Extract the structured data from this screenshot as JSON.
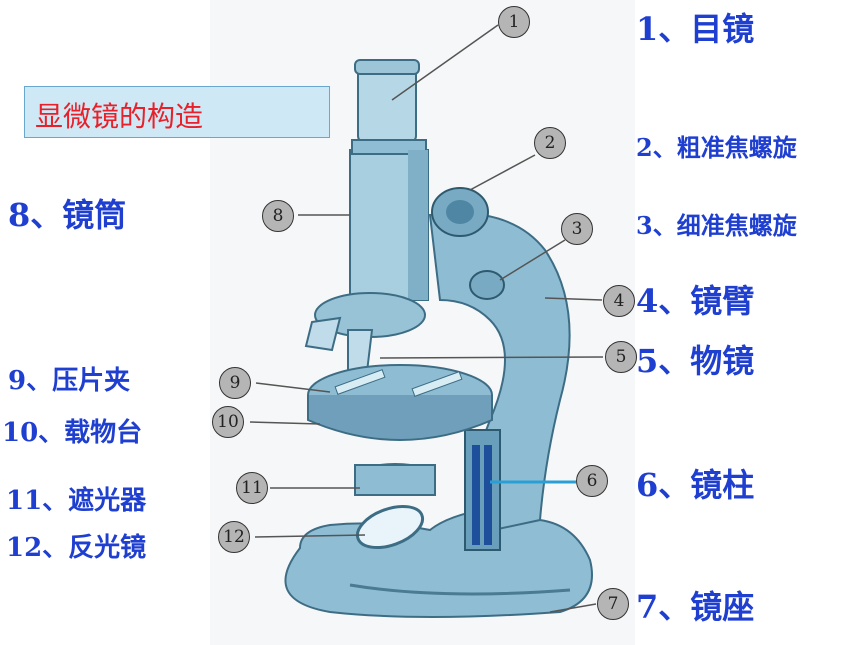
{
  "title": "显微镜的构造",
  "labels": {
    "l1": "1、目镜",
    "l2": "2、粗准焦螺旋",
    "l3": "3、细准焦螺旋",
    "l4": "4、镜臂",
    "l5": "5、物镜",
    "l6": "6、镜柱",
    "l7": "7、镜座",
    "l8": "8、镜筒",
    "l9": "9、压片夹",
    "l10": "10、载物台",
    "l11": "11、遮光器",
    "l12": "12、反光镜"
  },
  "markers": [
    "1",
    "2",
    "3",
    "4",
    "5",
    "6",
    "7",
    "8",
    "9",
    "10",
    "11",
    "12"
  ],
  "colors": {
    "label_blue": "#1f3fd0",
    "title_red": "#e8202a",
    "title_bg": "#cfe8f5",
    "body_blue": "#7fb2cc"
  }
}
